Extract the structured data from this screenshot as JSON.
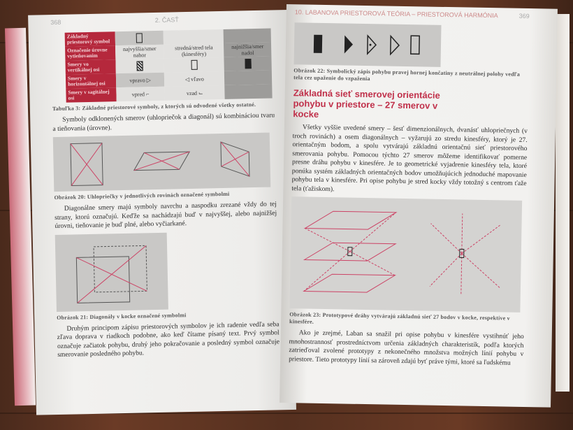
{
  "left_page": {
    "page_number": "368",
    "running_head": "2. ČASŤ",
    "table": {
      "row_headers": [
        "Základný priestorový symbol",
        "Označenie úrovne vytieňovaním",
        "Smery vo vertikálnej osi",
        "Smery v horizontálnej osi",
        "Smery v sagitálnej osi"
      ],
      "levels": [
        "najvyššia/smer nahor",
        "stredná/stred tela (kinesféry)",
        "najnižšia/smer nadol"
      ],
      "horizontal": [
        "vpravo",
        "vľavo"
      ],
      "sagittal": [
        "vpred",
        "vzad"
      ]
    },
    "table_caption": "Tabuľka 3: Základné priestorové symboly, z ktorých sú odvodené všetky ostatné.",
    "para1": "Symboly odklonených smerov (uhlopriečok a diagonál) sú kombináciou tvaru a tieňovania (úrovne).",
    "fig20_caption": "Obrázok 20: Uhlopriečky v jednotlivých rovinách označené symbolmi",
    "para2": "Diagonálne smery majú symboly navrchu a naspodku zrezané vždy do tej strany, ktorú označujú. Keďže sa nachádzajú buď v najvyššej, alebo najnižšej úrovni, tieňovanie je buď plné, alebo vyčiarkané.",
    "fig21_caption": "Obrázok 21: Diagonály v kocke označené symbolmi",
    "para3": "Druhým principom zápisu priestorových symbolov je ich radenie vedľa seba zľava doprava v riadkoch podobne, ako keď čítame písaný text. Prvý symbol označuje začiatok pohybu, druhý jeho pokračovanie a posledný symbol označuje smerovanie posledného pohybu."
  },
  "right_page": {
    "page_number": "369",
    "running_head": "10. LABANOVA PRIESTOROVÁ TEÓRIA – PRIESTOROVÁ HARMÓNIA",
    "fig22_caption": "Obrázok 22: Symbolický zápis pohybu pravej hornej končatiny z neutrálnej polohy vedľa tela cez upaženie do vzpaženia",
    "heading": "Základná sieť smerovej orientácie pohybu v priestore – 27 smerov v kocke",
    "para1": "Všetky vyššie uvedené smery – šesť dimenzionálnych, dvanásť uhlopriečnych (v troch rovinách) a osem diagonálnych – vyžarujú zo stredu kinesféry, ktorý je 27. orientačným bodom, a spolu vytvárajú základnú orientačnú sieť priestorového smerovania pohybu. Pomocou týchto 27 smerov môžeme identifikovať pomerne presne dráhu pohybu v kinesfére. Je to geometrické vyjadrenie kinesféry tela, ktoré ponúka systém základných orientačných bodov umožňujúcich jednoduché mapovanie pohybu tela v kinesfére. Pri opise pohybu je stred kocky vždy totožný s centrom ťaže tela (ťažiskom).",
    "fig23_caption": "Obrázok 23: Prototypové dráhy vytvárajú základnú sieť 27 bodov v kocke, respektíve v kinesfére.",
    "para2": "Ako je zrejmé, Laban sa snažil pri opise pohybu v kinesfére vystihnúť jeho mnohostrannosť prostredníctvom určenia základných charakteristík, podľa ktorých zatrieďoval zvolené prototypy z nekonečného množstva možných línií pohybu v priestore. Tieto prototypy línií sa zároveň zdajú byť práve tými, ktoré sa ľudskému"
  },
  "colors": {
    "accent": "#c0304a",
    "table_red": "#b5283c"
  }
}
